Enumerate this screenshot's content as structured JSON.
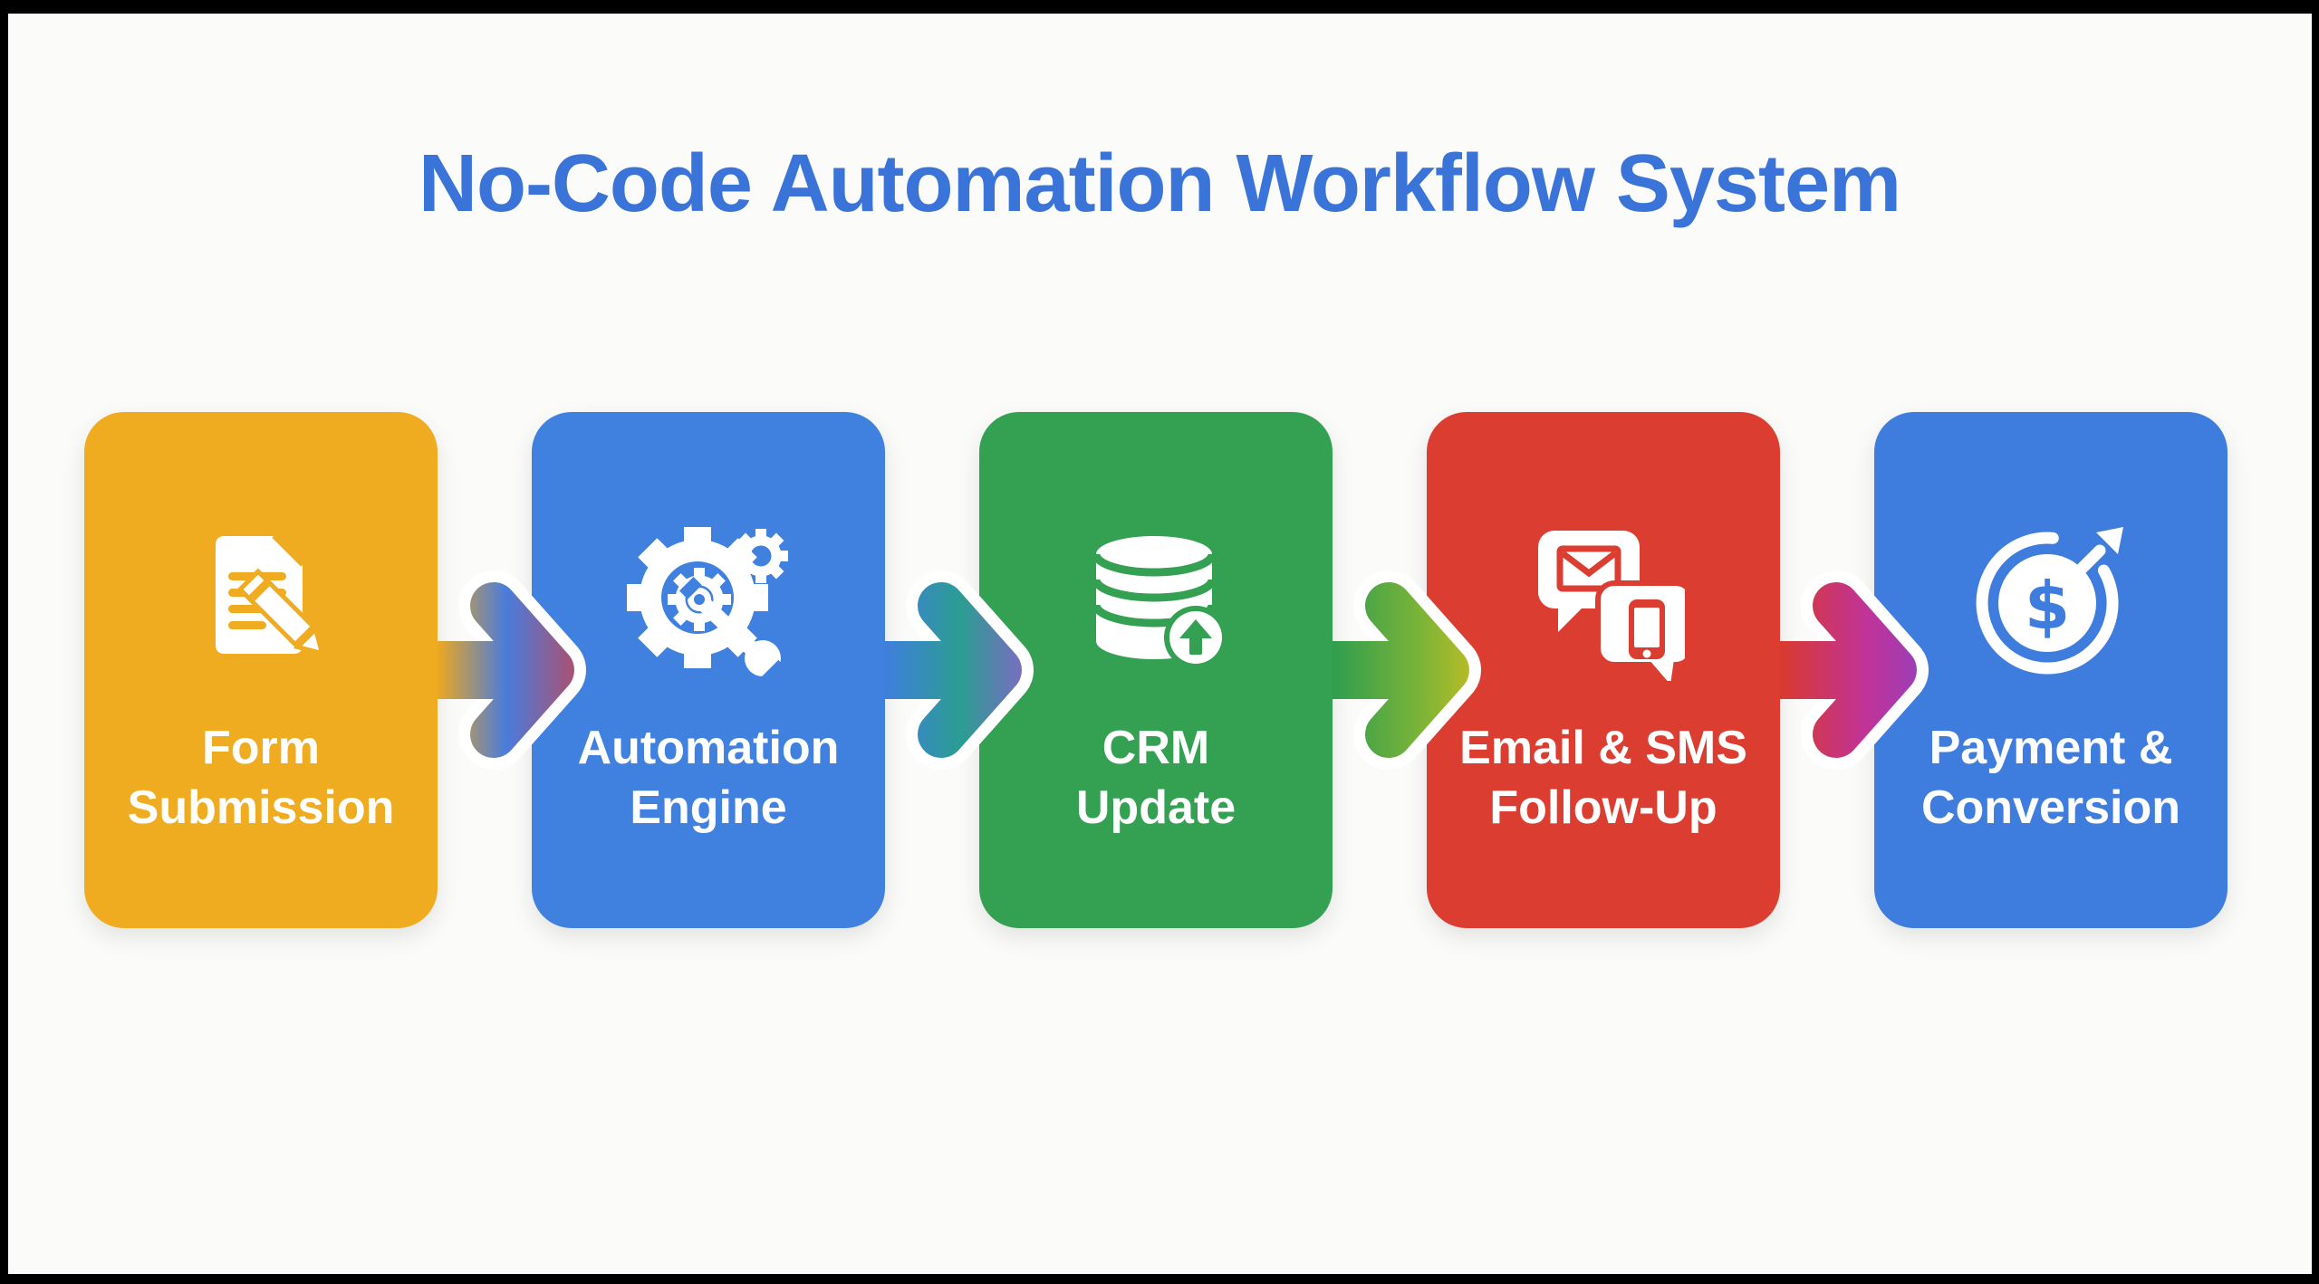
{
  "frame": {
    "letterbox_color": "#000000",
    "canvas_background": "#FBFBF9"
  },
  "title": {
    "text": "No-Code Automation Workflow System",
    "color": "#3B74D8"
  },
  "text_color": "#FFFFFF",
  "cards": [
    {
      "label_line1": "Form",
      "label_line2": "Submission",
      "color": "#EFAC20",
      "icon": "document-pencil-icon"
    },
    {
      "label_line1": "Automation",
      "label_line2": "Engine",
      "color": "#4080DF",
      "icon": "gears-wrench-icon"
    },
    {
      "label_line1": "CRM",
      "label_line2": "Update",
      "color": "#33A052",
      "icon": "database-upload-icon"
    },
    {
      "label_line1": "Email & SMS",
      "label_line2": "Follow-Up",
      "color": "#DB3D30",
      "icon": "email-sms-chat-icon"
    },
    {
      "label_line1": "Payment &",
      "label_line2": "Conversion",
      "color": "#3E7DDE",
      "icon": "payment-conversion-icon",
      "icon_symbol": "$"
    }
  ],
  "arrows": [
    {
      "from": "Form Submission",
      "to": "Automation Engine",
      "stops": [
        "#ECA81F",
        "#4A7CDC",
        "#E7352B"
      ]
    },
    {
      "from": "Automation Engine",
      "to": "CRM Update",
      "stops": [
        "#3F7FDC",
        "#2B9D92",
        "#B04CE2"
      ]
    },
    {
      "from": "CRM Update",
      "to": "Email & SMS Follow-Up",
      "stops": [
        "#2F9E4E",
        "#7EB437",
        "#ECC218"
      ]
    },
    {
      "from": "Email & SMS Follow-Up",
      "to": "Payment & Conversion",
      "stops": [
        "#D93A2E",
        "#C03399",
        "#7E48D0"
      ]
    }
  ]
}
